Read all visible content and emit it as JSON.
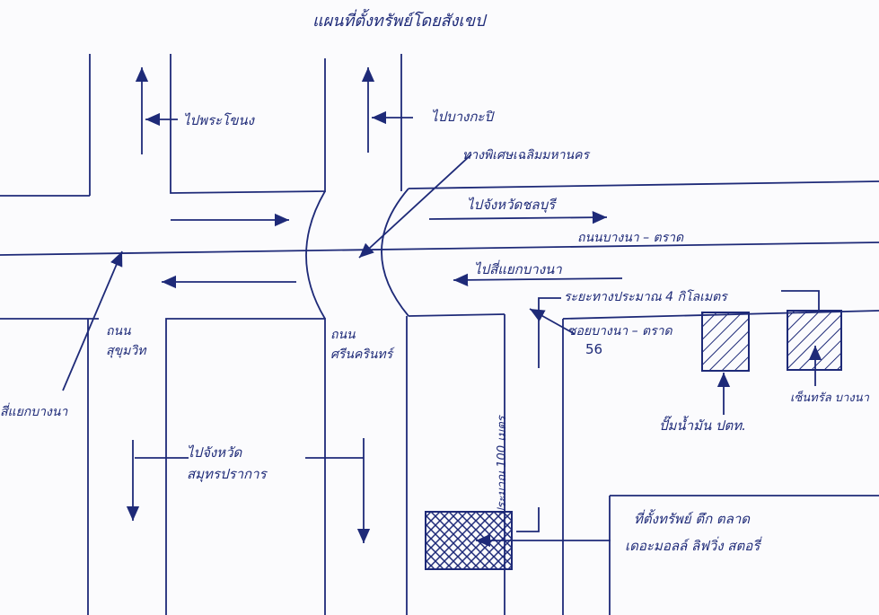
{
  "title": "แผนที่ตั้งทรัพย์โดยสังเขป",
  "labels": {
    "to_phra_khanong": "ไปพระโขนง",
    "to_bang_kapi": "ไปบางกะปิ",
    "to_chonburi": "ไปจังหวัดชลบุรี",
    "to_bang_na": "ไปสี่แยกบางนา",
    "expressway": "ทางพิเศษเฉลิมมหานคร",
    "bangna_trat_road": "ถนนบางนา – ตราด",
    "sukhumvit_road": "ถนนสุขุมวิท",
    "srinakarin_road": "ถนนศรีนครินทร์",
    "bangna_intersection": "สี่แยกบางนา",
    "distance_4km": "ระยะทางประมาณ 4 กิโลเมตร",
    "soi_label": "ซอยบางนา – ตราด",
    "soi_number": "56",
    "to_samut_prakan": "ไปจังหวัดสมุทรปราการ",
    "distance_100m": "ประมาณ 100 เมตร",
    "gas_station": "ปั๊มน้ำมัน ปตท.",
    "central_bangna": "เซ็นทรัล บางนา",
    "property_line1": "ที่ตั้งทรัพย์ ตึก ตลาด",
    "property_line2": "เดอะมอลล์ ลิฟวิ่ง สตอรี่"
  },
  "colors": {
    "ink": "#1e2a78",
    "paper": "#fbfbfd"
  }
}
